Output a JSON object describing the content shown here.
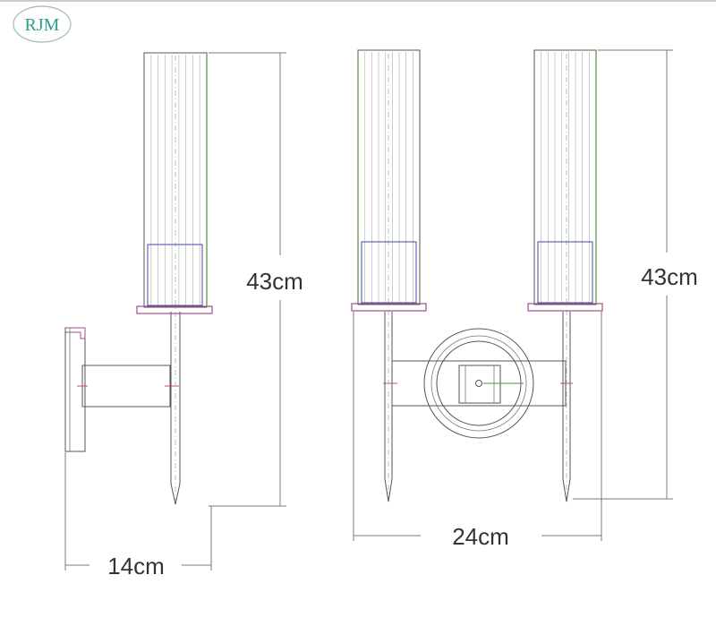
{
  "logo": {
    "text": "RJM",
    "color": "#2a9d8f",
    "ring_color": "#9fbcbb"
  },
  "dimensions": {
    "side_height": "43cm",
    "side_depth": "14cm",
    "front_height": "43cm",
    "front_width": "24cm"
  },
  "colors": {
    "outline": "#555555",
    "centerline": "#8fc4d8",
    "tube_edge_green": "#4f8f3a",
    "cup_blue": "#4a4aa8",
    "bobeche_magenta": "#a64a8c",
    "marker_red": "#d05050",
    "marker_green": "#5aa05a"
  }
}
